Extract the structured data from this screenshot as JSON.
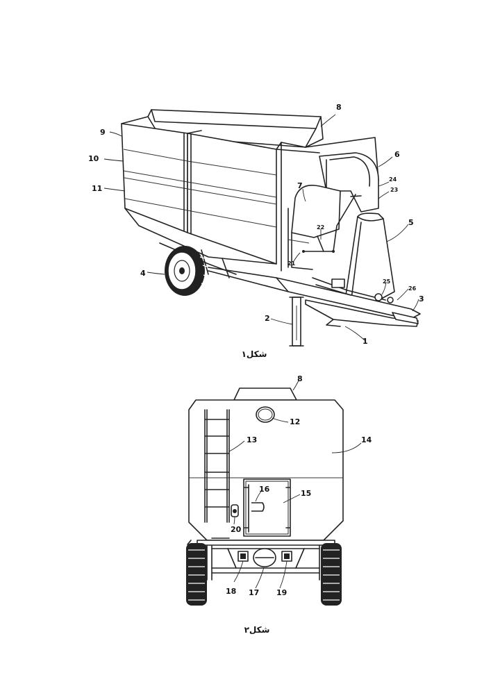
{
  "figure1": {
    "caption": "شکل۱",
    "callouts": [
      "8",
      "9",
      "10",
      "11",
      "6",
      "7",
      "24",
      "23",
      "22",
      "5",
      "21",
      "4",
      "25",
      "26",
      "3",
      "2",
      "1"
    ]
  },
  "figure2": {
    "caption": "شکل۲",
    "callouts": [
      "8",
      "12",
      "13",
      "14",
      "16",
      "15",
      "20",
      "18",
      "17",
      "19"
    ]
  }
}
